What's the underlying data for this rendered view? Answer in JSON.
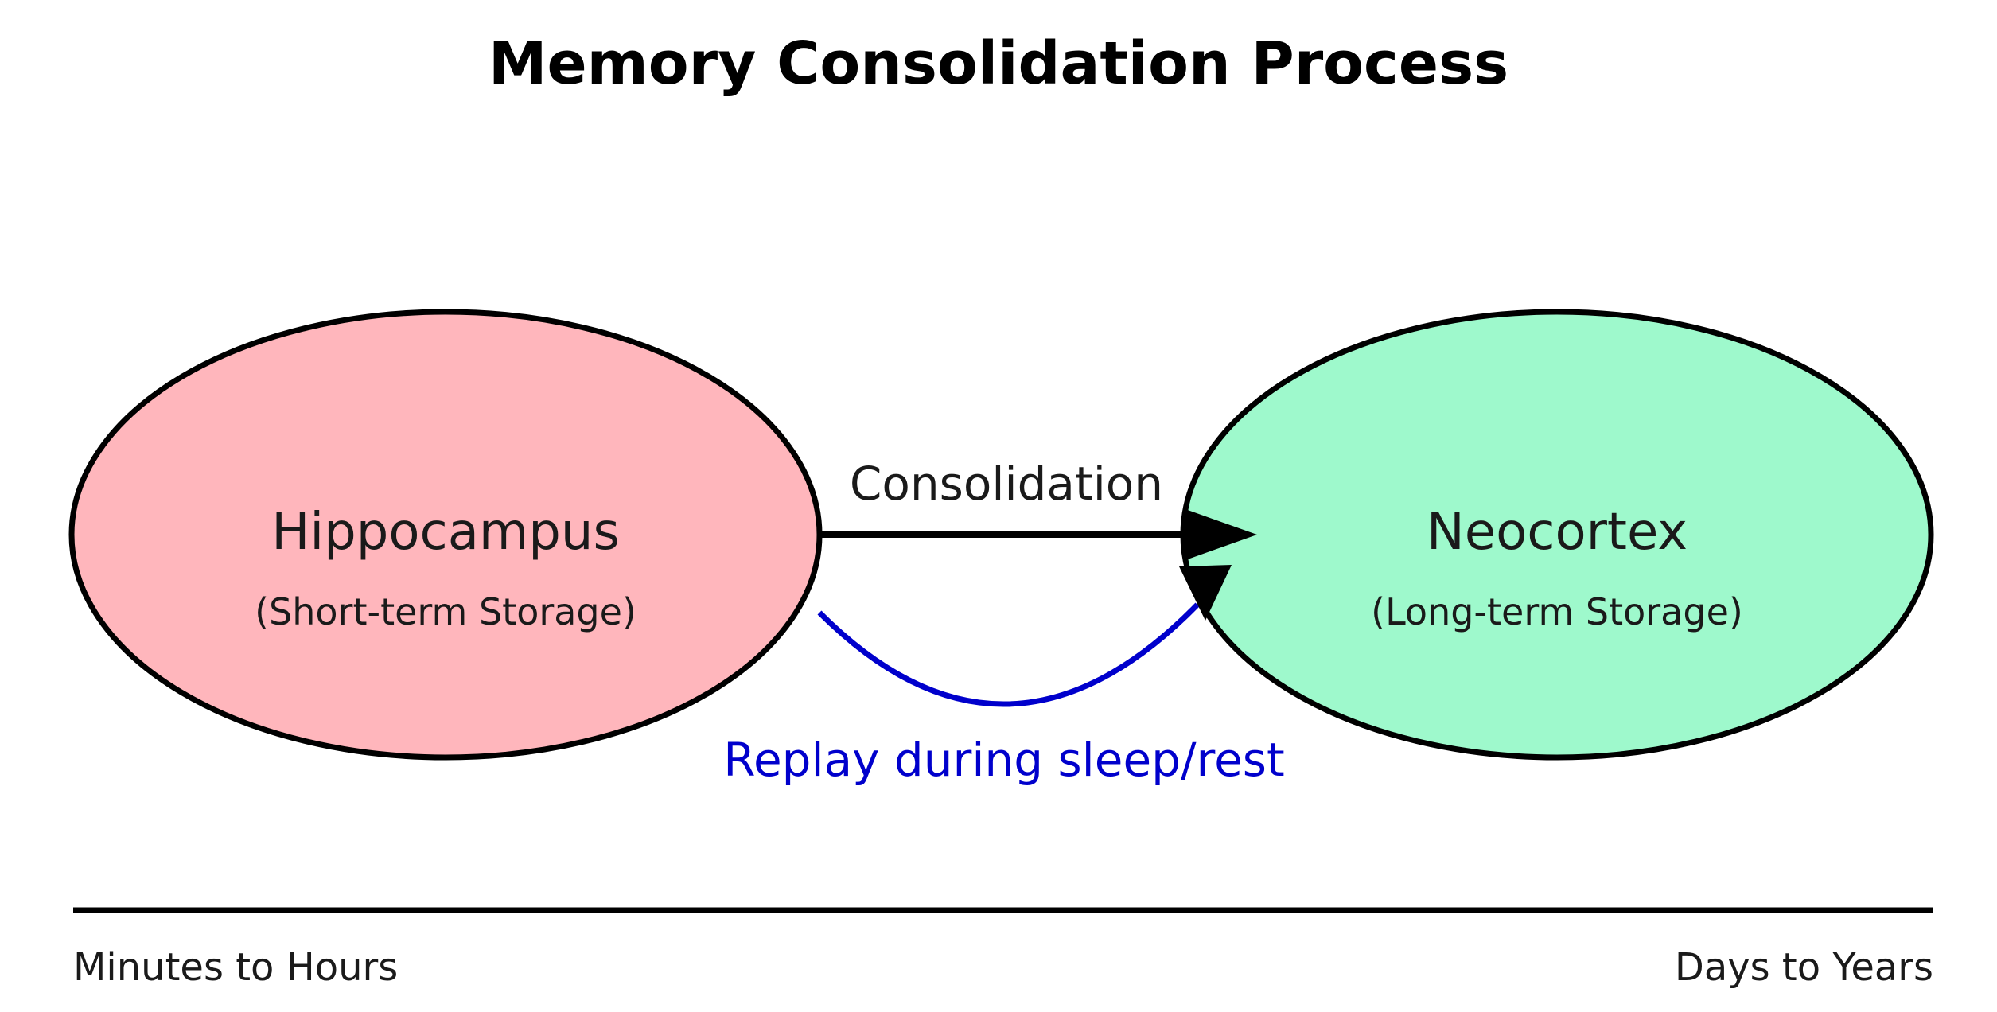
{
  "title": "Memory Consolidation Process",
  "nodes": {
    "hippocampus": {
      "label": "Hippocampus",
      "sublabel": "(Short-term Storage)",
      "fill": "#ffb6bc"
    },
    "neocortex": {
      "label": "Neocortex",
      "sublabel": "(Long-term Storage)",
      "fill": "#9ef9cc"
    }
  },
  "edges": {
    "consolidation": {
      "label": "Consolidation",
      "color": "#000000"
    },
    "replay": {
      "label": "Replay during sleep/rest",
      "color": "#0000cc"
    }
  },
  "timeline": {
    "start_label": "Minutes to Hours",
    "end_label": "Days to Years"
  }
}
